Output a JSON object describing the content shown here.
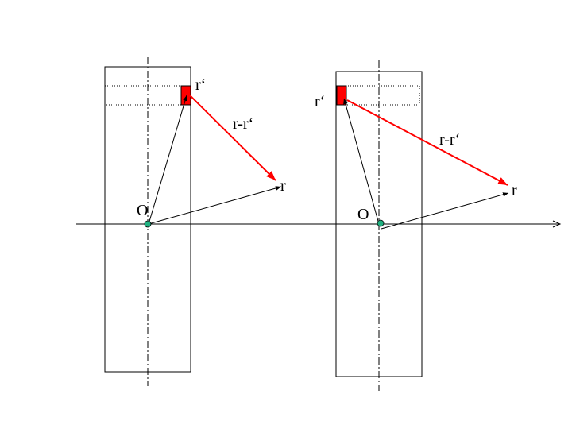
{
  "diagram": {
    "left": {
      "source_label": "r‘",
      "diff_label": "r-r‘",
      "field_label": "r",
      "origin_label": "O"
    },
    "right": {
      "source_label": "r‘",
      "diff_label": "r-r‘",
      "field_label": "r",
      "origin_label": "O"
    }
  },
  "colors": {
    "stroke": "#000000",
    "source_fill": "#ff0000",
    "diff_vector": "#ff0000",
    "origin_dot": "#20b080"
  }
}
